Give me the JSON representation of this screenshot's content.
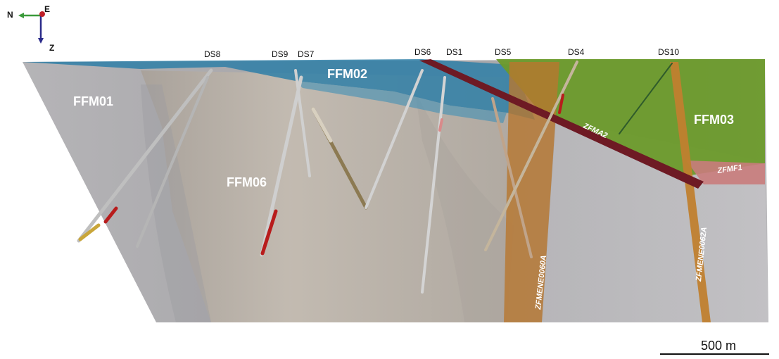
{
  "orientation": {
    "north_label": "N",
    "z_label": "Z",
    "e_label": "E"
  },
  "domains": {
    "ffm01": "FFM01",
    "ffm02": "FFM02",
    "ffm03": "FFM03",
    "ffm06": "FFM06"
  },
  "boreholes": {
    "ds8": "DS8",
    "ds9": "DS9",
    "ds7": "DS7",
    "ds6": "DS6",
    "ds1": "DS1",
    "ds5": "DS5",
    "ds4": "DS4",
    "ds10": "DS10"
  },
  "zones": {
    "zfma2": "ZFMA2",
    "zfmf1": "ZFMF1",
    "zfmene0060a": "ZFMENE0060A",
    "zfmene0062a": "ZFMENE0062A"
  },
  "scale_bar": {
    "label": "500 m"
  },
  "colors": {
    "ffm01_gray": "#a9a8ab",
    "ffm06_beige": "#b9b0a4",
    "ffm02_blue": "#2f7fa7",
    "ffm03_green": "#6b9a2b",
    "zfma2_maroon": "#6e1a24",
    "zone_orange": "#b8772e",
    "zfmf1_pink": "#c97c7c"
  }
}
